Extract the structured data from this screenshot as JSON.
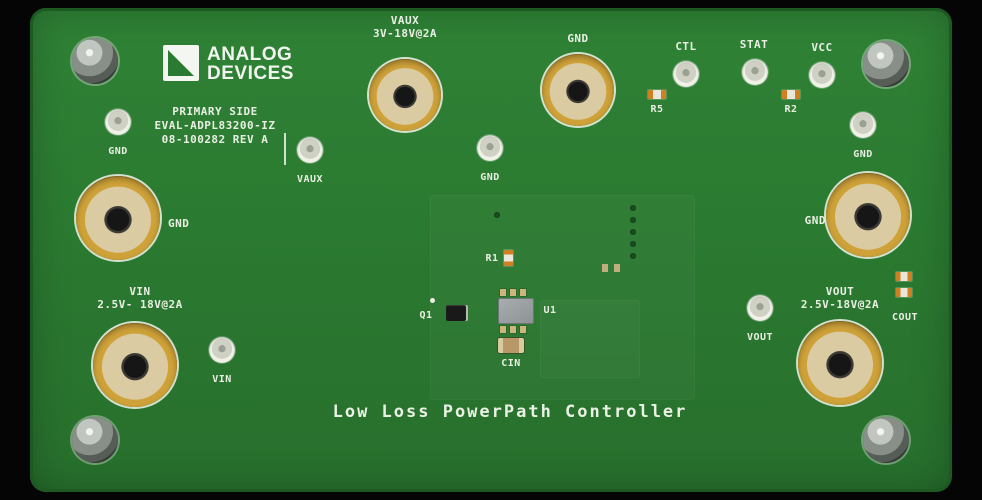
{
  "logo": {
    "line1": "ANALOG",
    "line2": "DEVICES"
  },
  "board_info": {
    "line1": "PRIMARY SIDE",
    "line2": "EVAL-ADPL83200-IZ",
    "line3": "08-100282 REV A"
  },
  "silkscreen_title": "Low Loss PowerPath Controller",
  "turrets": {
    "vaux": {
      "name": "VAUX",
      "rating": "3V-18V@2A"
    },
    "gnd_top": {
      "name": "GND"
    },
    "gnd_left": {
      "name": "GND"
    },
    "gnd_right": {
      "name": "GND"
    },
    "vin": {
      "name": "VIN",
      "rating": "2.5V- 18V@2A"
    },
    "vout": {
      "name": "VOUT",
      "rating": "2.5V-18V@2A"
    }
  },
  "test_points": {
    "gnd_tl": "GND",
    "vaux": "VAUX",
    "gnd_center": "GND",
    "ctl": "CTL",
    "stat": "STAT",
    "vcc": "VCC",
    "gnd_tr": "GND",
    "vin": "VIN",
    "vout": "VOUT"
  },
  "components": {
    "r5": "R5",
    "r2": "R2",
    "r1": "R1",
    "q1": "Q1",
    "u1": "U1",
    "cin": "CIN",
    "cout": "COUT"
  },
  "colors": {
    "board_green": "#2b7a31",
    "silkscreen": "#e9efe3",
    "gold_ring": "#cfa239",
    "pad_tan": "#dbcba2",
    "background": "#050505"
  }
}
